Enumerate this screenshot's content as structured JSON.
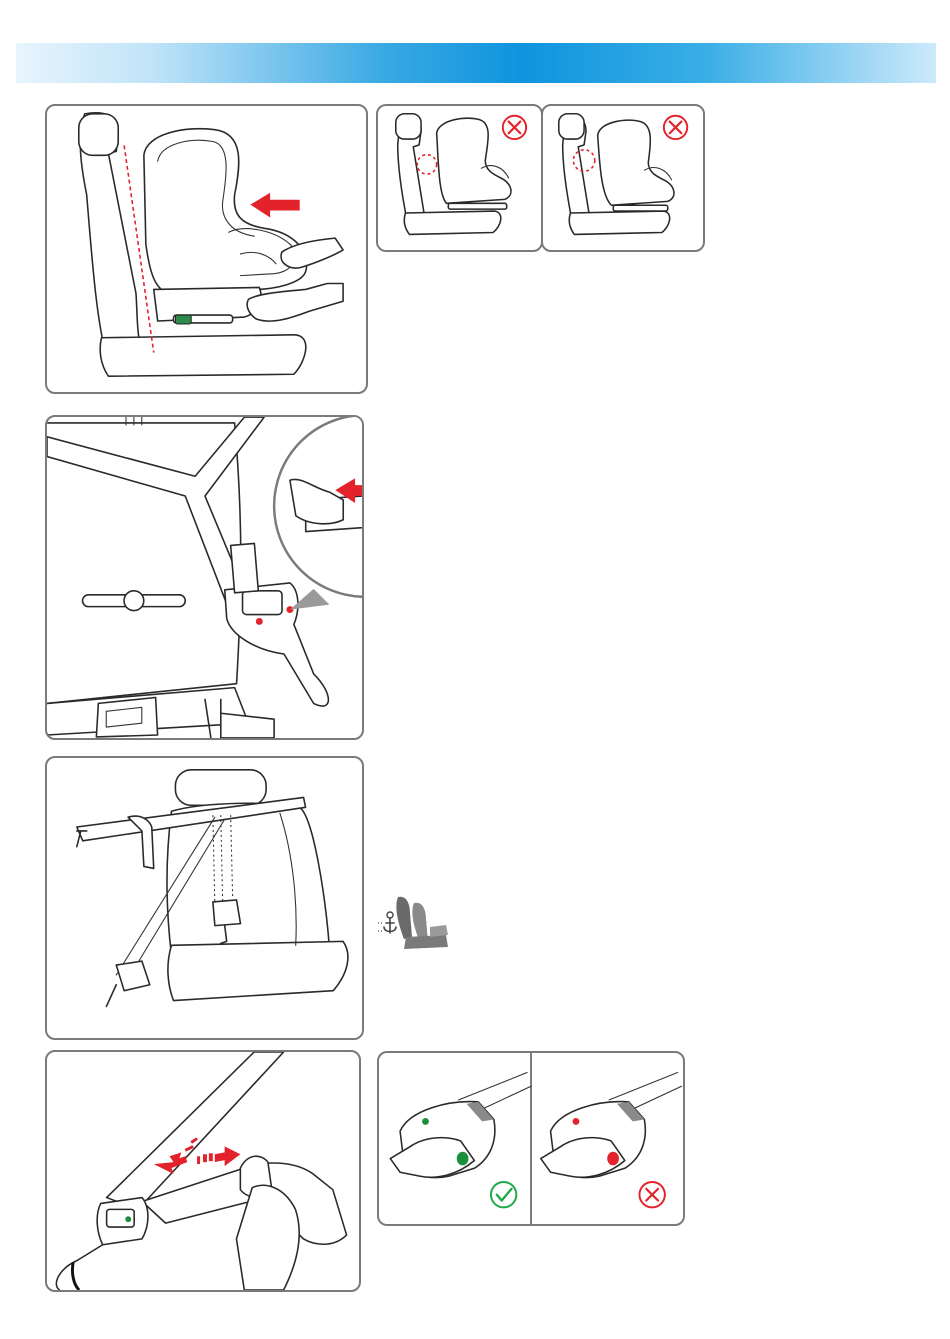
{
  "header": {
    "color_start": "#e8f5fd",
    "color_mid": "#0f94de",
    "color_end": "#cdeafb"
  },
  "figures": [
    {
      "id": "fig-1",
      "icons": [
        "arrow-left-icon"
      ],
      "description_icon": "car-seat-against-backrest"
    },
    {
      "id": "fig-1-wrong-a",
      "icons": [
        "cross-circle-icon"
      ]
    },
    {
      "id": "fig-1-wrong-b",
      "icons": [
        "cross-circle-icon"
      ]
    },
    {
      "id": "fig-2",
      "icons": [
        "arrow-left-icon",
        "magnifier-callout"
      ]
    },
    {
      "id": "fig-3",
      "icons": [
        "isofix-anchor-icon"
      ]
    },
    {
      "id": "fig-4",
      "icons": [
        "tighten-arrows-icon"
      ]
    },
    {
      "id": "fig-4-check",
      "icons": [
        "check-circle-icon",
        "cross-circle-icon"
      ]
    }
  ],
  "colors": {
    "error": "#e3222b",
    "ok": "#1fa84a",
    "indicator_green": "#1b8f3c",
    "frame": "#7a7a7a"
  }
}
